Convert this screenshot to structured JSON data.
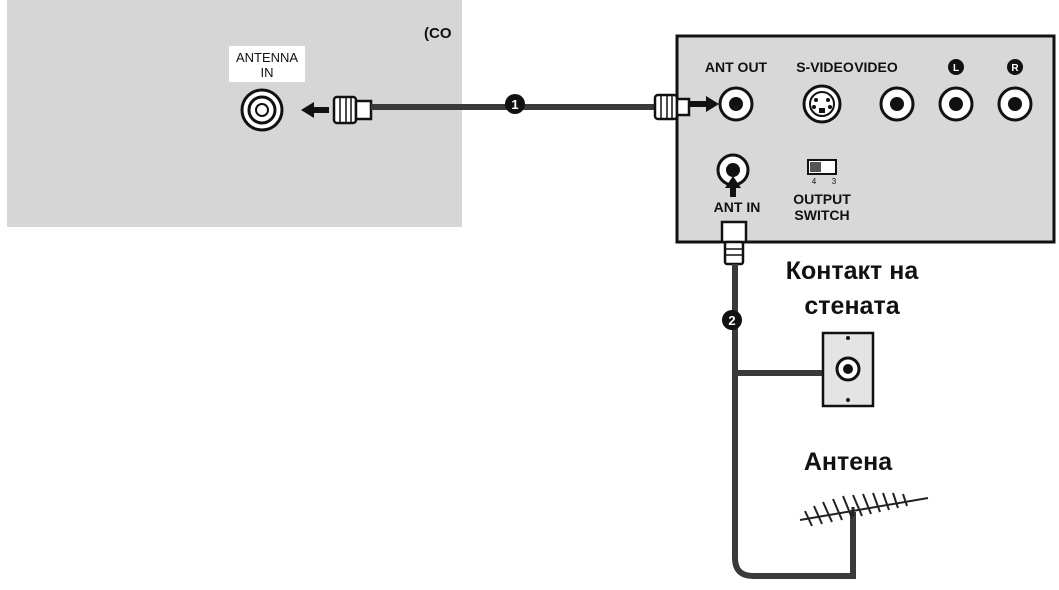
{
  "tv_panel": {
    "partial_label": "(CO",
    "antenna_in_line1": "ANTENNA",
    "antenna_in_line2": "IN"
  },
  "device_panel": {
    "ant_out": "ANT OUT",
    "s_video": "S-VIDEO",
    "video": "VIDEO",
    "audio_left": "L",
    "audio_right": "R",
    "ant_in": "ANT IN",
    "switch_left_num": "4",
    "switch_right_num": "3",
    "output_switch_line1": "OUTPUT",
    "output_switch_line2": "SWITCH"
  },
  "steps": {
    "step1": "1",
    "step2": "2"
  },
  "labels": {
    "wall_outlet_line1": "Контакт на",
    "wall_outlet_line2": "стената",
    "antenna": "Антена"
  },
  "colors": {
    "tv_panel_bg": "#d6d6d6",
    "device_panel_bg": "#d8d8d8",
    "cable": "#3a3a3a",
    "text": "#111111"
  }
}
